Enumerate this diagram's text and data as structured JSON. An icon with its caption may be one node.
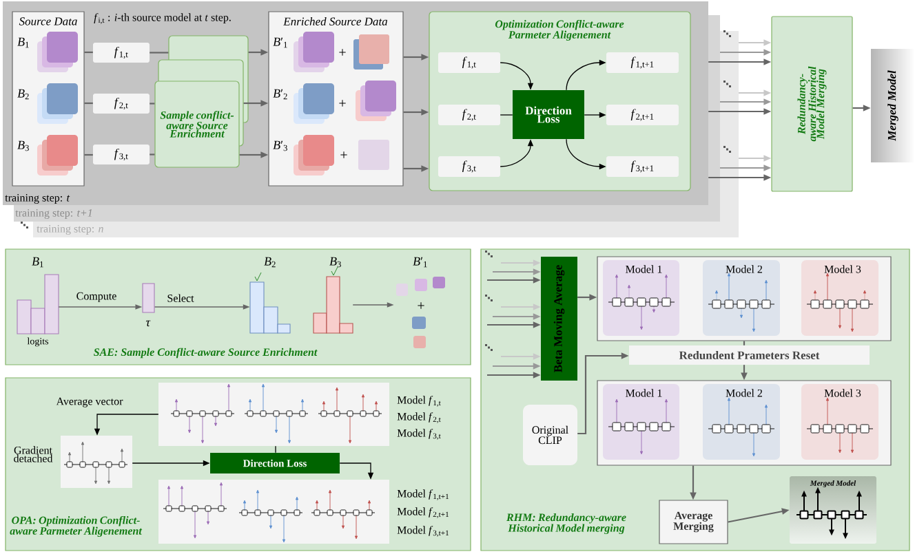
{
  "diagram": {
    "nodes": [
      {
        "text": [
          "training step: *t*"
        ]
      },
      {
        "text": [
          "Source Data",
          "*B*$_{1}$",
          "*B*$_{2}$",
          "*B*$_{3}$"
        ],
        "in": 0
      },
      {
        "text": [
          "*f*$_{1,t}$"
        ],
        "in": 0
      },
      {
        "text": [
          "*f*$_{2,t}$"
        ],
        "in": 0
      },
      {
        "text": [
          "*f*$_{3,t}$"
        ],
        "in": 0
      },
      {
        "text": [],
        "shape": "box",
        "in": 0
      },
      {
        "text": [],
        "shape": "box",
        "in": 0
      },
      {
        "text": [
          "Sample conflict-aware Source Enrichment"
        ],
        "in": 0
      },
      {
        "text": [
          "Enriched Source Data",
          "*B*′$_{1}$",
          "+",
          "*B*′$_{2}$",
          "+",
          "*B*′$_{3}$",
          "+"
        ],
        "in": 0
      },
      {
        "text": [
          "Optimization Conflict-aware Parmeter Aligenement"
        ],
        "in": 0
      },
      {
        "text": [
          "*f*$_{1,t}$"
        ],
        "in": 9
      },
      {
        "text": [
          "*f*$_{2,t}$"
        ],
        "in": 9
      },
      {
        "text": [
          "*f*$_{3,t}$"
        ],
        "in": 9
      },
      {
        "text": [
          "Direction Loss"
        ],
        "in": 9
      },
      {
        "text": [
          "*f*$_{1,t+1}$"
        ],
        "in": 9
      },
      {
        "text": [
          "*f*$_{2,t+1}$"
        ],
        "in": 9
      },
      {
        "text": [
          "*f*$_{3,t+1}$"
        ],
        "in": 9
      },
      {
        "text": [
          "Redundancy-aware Historical Model Merging"
        ]
      },
      {
        "text": [
          "Merged Model"
        ]
      },
      {
        "text": [
          "SAE: Sample Conflict-aware Source Enrichment"
        ]
      },
      {
        "text": [
          "*B*$_{1}$",
          "logits"
        ],
        "in": 19
      },
      {
        "text": [
          "*τ*"
        ],
        "in": 19
      },
      {
        "text": [
          "*B*$_{2}$"
        ],
        "in": 19
      },
      {
        "text": [
          "*B*$_{3}$"
        ],
        "in": 19
      },
      {
        "text": [
          "*B*′$_{1}$",
          "+"
        ],
        "in": 19
      },
      {
        "text": [
          "OPA: Optimization Conflict-aware Parmeter Aligenement"
        ]
      },
      {
        "text": [],
        "shape": "box",
        "beside": [
          "Model *f*$_{1,t}$",
          "Model *f*$_{2,t}$",
          "Model *f*$_{3,t}$"
        ],
        "in": 25
      },
      {
        "text": [],
        "shape": "box",
        "beside": [
          "Gradient detached"
        ],
        "in": 25
      },
      {
        "text": [
          "Direction Loss"
        ],
        "in": 25
      },
      {
        "text": [],
        "shape": "box",
        "beside": [
          "Model *f*$_{1,t+1}$",
          "Model *f*$_{2,t+1}$",
          "Model *f*$_{3,t+1}$"
        ],
        "in": 25
      },
      {
        "text": [
          "RHM: Redundancy-aware Historical Model merging"
        ]
      },
      {
        "text": [
          "Beta Moving Average"
        ],
        "in": 30
      },
      {
        "text": [],
        "shape": "box",
        "in": 30
      },
      {
        "text": [
          "Model 1"
        ],
        "in": 32
      },
      {
        "text": [
          "Model 2"
        ],
        "in": 32
      },
      {
        "text": [
          "Model 3"
        ],
        "in": 32
      },
      {
        "text": [
          "Redundent Prameters Reset"
        ],
        "in": 30
      },
      {
        "text": [],
        "shape": "box",
        "in": 30
      },
      {
        "text": [
          "Model 1"
        ],
        "in": 37
      },
      {
        "text": [
          "Model 2"
        ],
        "in": 37
      },
      {
        "text": [
          "Model 3"
        ],
        "in": 37
      },
      {
        "text": [
          "Original CLIP"
        ],
        "in": 30
      },
      {
        "text": [
          "Average Merging"
        ],
        "in": 30
      },
      {
        "text": [
          "Merged Model"
        ],
        "in": 30
      }
    ],
    "edges": [
      {
        "from": 1,
        "to": 2,
        "arrow": "none"
      },
      {
        "from": 1,
        "to": 3,
        "arrow": "none"
      },
      {
        "from": 1,
        "to": 4,
        "arrow": "none"
      },
      {
        "from": 2,
        "to": 5,
        "arrow": "none"
      },
      {
        "from": 3,
        "to": 7,
        "arrow": "none"
      },
      {
        "from": 4,
        "to": 7,
        "arrow": "none"
      },
      {
        "from": 5,
        "to": 8,
        "arrow": "to"
      },
      {
        "from": 6,
        "to": 8,
        "arrow": "to"
      },
      {
        "from": 7,
        "to": 8,
        "arrow": "to"
      },
      {
        "from": 8,
        "to": 9,
        "arrow": "to"
      },
      {
        "from": 8,
        "to": 9,
        "arrow": "to"
      },
      {
        "from": 8,
        "to": 9,
        "arrow": "to"
      },
      {
        "from": 10,
        "to": 13,
        "arrow": "to",
        "color": "#000000"
      },
      {
        "from": 11,
        "to": 13,
        "arrow": "none",
        "color": "#000000"
      },
      {
        "from": 12,
        "to": 13,
        "arrow": "to",
        "color": "#000000"
      },
      {
        "from": 13,
        "to": 14,
        "arrow": "to",
        "color": "#000000"
      },
      {
        "from": 13,
        "to": 15,
        "arrow": "to",
        "color": "#000000"
      },
      {
        "from": 13,
        "to": 16,
        "arrow": "to",
        "color": "#000000"
      },
      {
        "from": 0,
        "to": 17,
        "arrow": "to"
      },
      {
        "from": 0,
        "to": 17,
        "arrow": "to"
      },
      {
        "from": 0,
        "to": 17,
        "arrow": "to"
      },
      {
        "from": null,
        "to": 17,
        "arrow": "to",
        "color": "#999999"
      },
      {
        "from": null,
        "to": 17,
        "arrow": "to",
        "color": "#999999"
      },
      {
        "from": null,
        "to": 17,
        "arrow": "to",
        "color": "#999999"
      },
      {
        "from": null,
        "to": 17,
        "arrow": "to",
        "color": "#c8c8c8"
      },
      {
        "from": null,
        "to": 17,
        "arrow": "to",
        "color": "#c8c8c8"
      },
      {
        "from": null,
        "to": 17,
        "arrow": "to",
        "color": "#c8c8c8"
      },
      {
        "from": 17,
        "to": 18,
        "arrow": "to"
      },
      {
        "from": 20,
        "to": 21,
        "arrow": "to",
        "label": "Compute"
      },
      {
        "from": 21,
        "to": 22,
        "arrow": "to",
        "label": "Select"
      },
      {
        "from": 23,
        "to": 24,
        "arrow": "to"
      },
      {
        "from": 26,
        "to": 27,
        "arrow": "to",
        "label": "Average vector",
        "color": "#000000"
      },
      {
        "from": 27,
        "to": 28,
        "arrow": "to",
        "color": "#000000"
      },
      {
        "from": 26,
        "to": 28,
        "arrow": "none",
        "color": "#000000"
      },
      {
        "from": 28,
        "to": 29,
        "arrow": "to",
        "color": "#000000"
      },
      {
        "from": null,
        "to": 31,
        "arrow": "to",
        "color": "#c8c8c8"
      },
      {
        "from": null,
        "to": 31,
        "arrow": "to",
        "color": "#999999"
      },
      {
        "from": null,
        "to": 31,
        "arrow": "to"
      },
      {
        "from": null,
        "to": 31,
        "arrow": "to",
        "color": "#c8c8c8"
      },
      {
        "from": null,
        "to": 31,
        "arrow": "to",
        "color": "#999999"
      },
      {
        "from": null,
        "to": 31,
        "arrow": "to"
      },
      {
        "from": null,
        "to": 31,
        "arrow": "to",
        "color": "#c8c8c8"
      },
      {
        "from": null,
        "to": 31,
        "arrow": "to",
        "color": "#999999"
      },
      {
        "from": null,
        "to": 31,
        "arrow": "to"
      },
      {
        "from": 31,
        "to": 32,
        "arrow": "to"
      },
      {
        "from": 32,
        "to": 36,
        "arrow": "none"
      },
      {
        "from": 36,
        "to": 37,
        "arrow": "to"
      },
      {
        "from": 41,
        "to": 36,
        "arrow": "to"
      },
      {
        "from": 37,
        "to": 42,
        "arrow": "to"
      },
      {
        "from": 42,
        "to": 43,
        "arrow": "to"
      }
    ],
    "labels": [
      "*f*$_{i,t}$ : *i*-th source model at *t* step.",
      "training step: *t+1*",
      "training step: *n*"
    ]
  }
}
